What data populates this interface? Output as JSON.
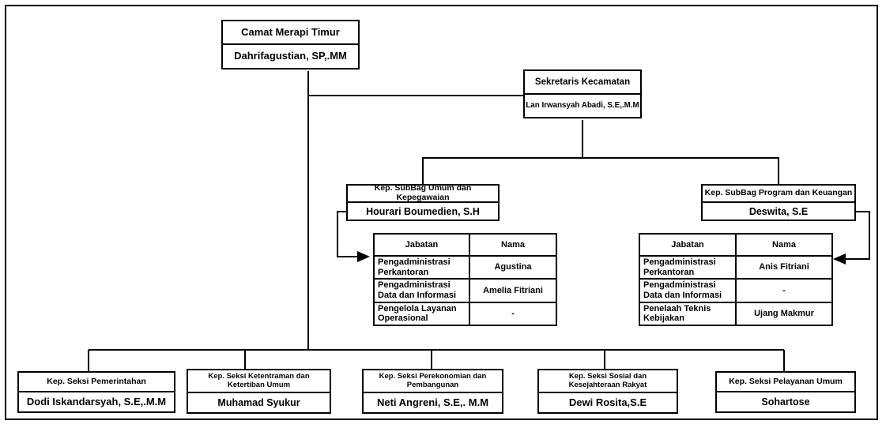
{
  "nodes": {
    "camat": {
      "title": "Camat Merapi Timur",
      "name": "Dahrifagustian, SP,.MM"
    },
    "sekretaris": {
      "title": "Sekretaris Kecamatan",
      "name": "Lan Irwansyah Abadi, S.E,.M.M"
    },
    "subbag_umum": {
      "title": "Kep. SubBag Umum dan Kepegawaian",
      "name": "Hourari Boumedien, S.H"
    },
    "subbag_program": {
      "title": "Kep. SubBag Program dan Keuangan",
      "name": "Deswita, S.E"
    },
    "seksi_pemerintahan": {
      "title": "Kep. Seksi Pemerintahan",
      "name": "Dodi Iskandarsyah, S.E,.M.M"
    },
    "seksi_ketentraman": {
      "title": "Kep. Seksi Ketentraman dan Ketertiban Umum",
      "name": "Muhamad Syukur"
    },
    "seksi_perekonomian": {
      "title": "Kep. Seksi Perekonomian dan Pembangunan",
      "name": "Neti Angreni, S.E,. M.M"
    },
    "seksi_sosial": {
      "title": "Kep. Seksi Sosial dan Kesejahteraan Rakyat",
      "name": "Dewi Rosita,S.E"
    },
    "seksi_pelayanan": {
      "title": "Kep. Seksi Pelayanan Umum",
      "name": "Sohartose"
    }
  },
  "tables": {
    "umum": {
      "headers": [
        "Jabatan",
        "Nama"
      ],
      "rows": [
        [
          "Pengadministrasi Perkantoran",
          "Agustina"
        ],
        [
          "Pengadministrasi Data dan Informasi",
          "Amelia Fitriani"
        ],
        [
          "Pengelola Layanan Operasional",
          "-"
        ]
      ]
    },
    "program": {
      "headers": [
        "Jabatan",
        "Nama"
      ],
      "rows": [
        [
          "Pengadministrasi Perkantoran",
          "Anis Fitriani"
        ],
        [
          "Pengadministrasi Data dan Informasi",
          "-"
        ],
        [
          "Penelaah Teknis Kebijakan",
          "Ujang Makmur"
        ]
      ]
    }
  },
  "colors": {
    "line": "#000000",
    "box_background": "#ffffff",
    "text": "#000000"
  }
}
